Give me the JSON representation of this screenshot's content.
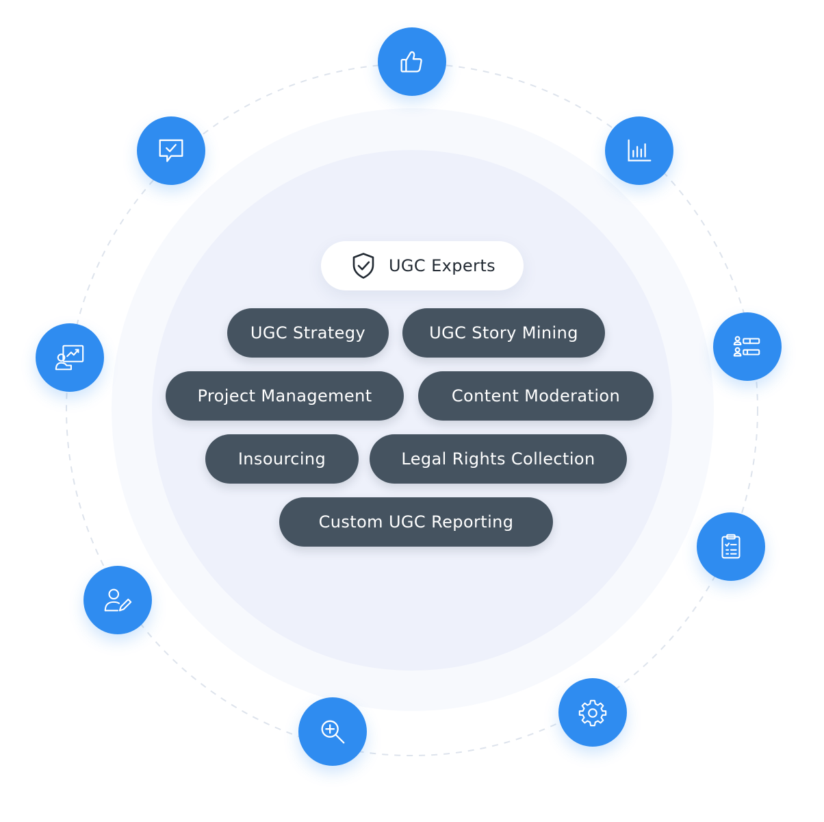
{
  "header": {
    "label": "UGC Experts",
    "icon": "shield-check-icon"
  },
  "services": [
    "UGC Strategy",
    "UGC Story Mining",
    "Project Management",
    "Content Moderation",
    "Insourcing",
    "Legal Rights Collection",
    "Custom UGC Reporting"
  ],
  "orbit_icons": [
    "thumbs-up-icon",
    "bar-chart-icon",
    "user-list-icon",
    "clipboard-checklist-icon",
    "gear-icon",
    "zoom-in-icon",
    "user-edit-icon",
    "presentation-trend-icon",
    "chat-check-icon"
  ],
  "colors": {
    "accent": "#2f8cf0",
    "tag_background": "#455360",
    "tag_text": "#ffffff",
    "header_text": "#222a33",
    "halo": "#eef1fb"
  }
}
